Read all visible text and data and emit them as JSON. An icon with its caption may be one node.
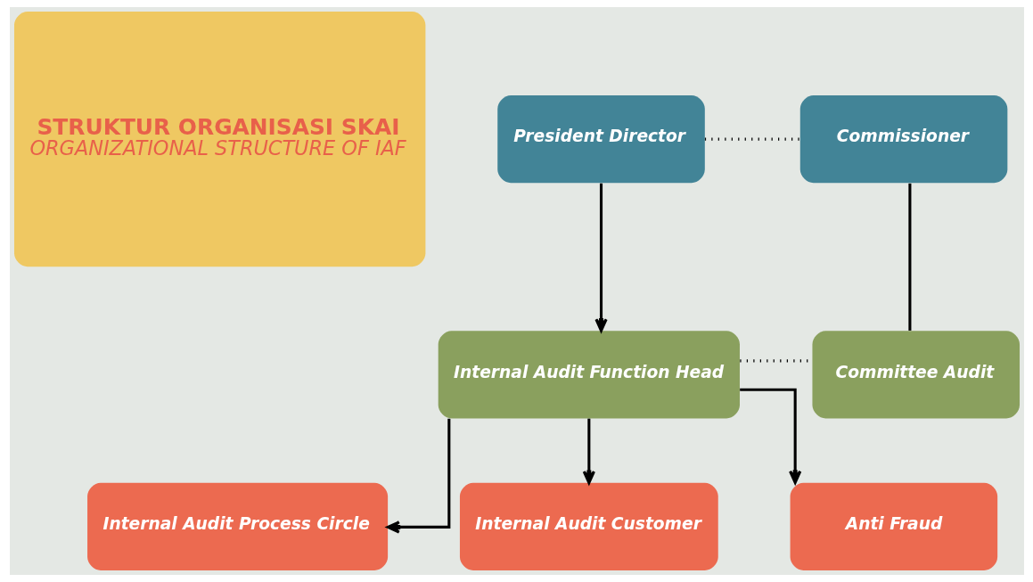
{
  "diagram": {
    "nodes": [
      {
        "text": [
          "STRUKTUR ORGANISASI SKAI",
          "ORGANIZATIONAL STRUCTURE OF IAF"
        ]
      },
      {
        "text": [
          "President Director"
        ]
      },
      {
        "text": [
          "Commissioner"
        ]
      },
      {
        "text": [
          "Internal Audit Function Head"
        ]
      },
      {
        "text": [
          "Committee Audit"
        ]
      },
      {
        "text": [
          "Internal Audit Process Circle"
        ]
      },
      {
        "text": [
          "Internal Audit Customer"
        ]
      },
      {
        "text": [
          "Anti Fraud"
        ]
      }
    ],
    "edges": [
      {
        "from": 1,
        "to": 2,
        "arrow": "none",
        "style": "dashed"
      },
      {
        "from": 1,
        "to": 3,
        "arrow": "to"
      },
      {
        "from": 2,
        "to": 4,
        "arrow": "none"
      },
      {
        "from": 3,
        "to": 4,
        "arrow": "none",
        "style": "dashed"
      },
      {
        "from": 3,
        "to": 5,
        "arrow": "to"
      },
      {
        "from": 3,
        "to": 6,
        "arrow": "to"
      },
      {
        "from": 3,
        "to": 7,
        "arrow": "to"
      }
    ]
  }
}
